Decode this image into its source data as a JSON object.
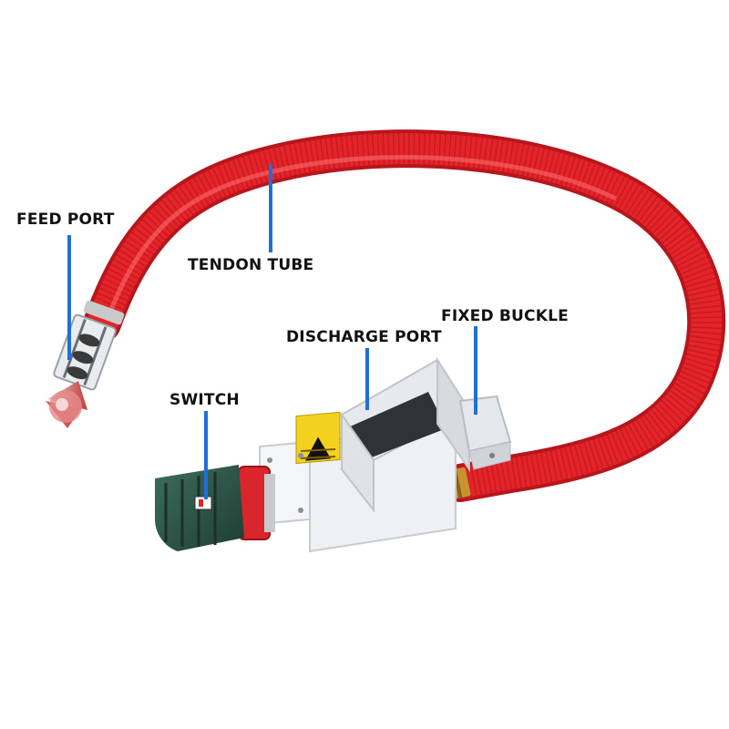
{
  "labels": {
    "feed_port": "FEED PORT",
    "tendon_tube": "TENDON TUBE",
    "fixed_buckle": "FIXED BUCKLE",
    "discharge_port": "DISCHARGE PORT",
    "switch": "SWITCH"
  },
  "colors": {
    "tube": "#e5242a",
    "pointer": "#1f6fd6",
    "motor": "#2e5a4a",
    "hopper": "#eef0f3"
  }
}
